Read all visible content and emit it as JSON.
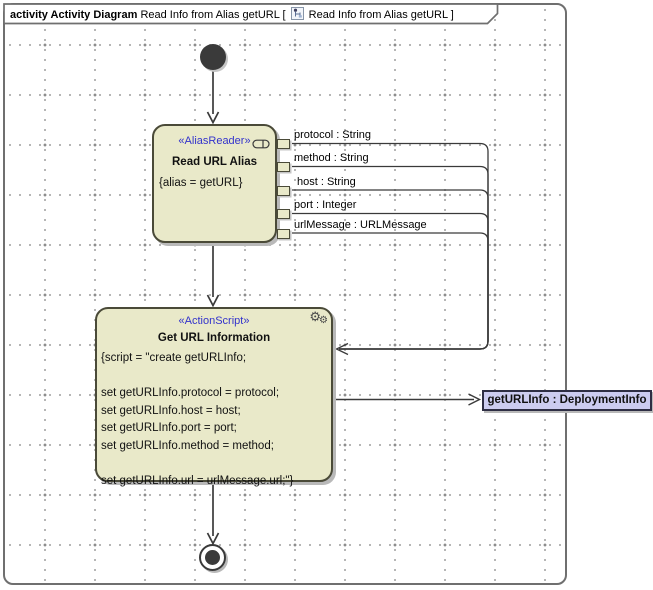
{
  "frame": {
    "kind": "activity Activity Diagram",
    "name": "Read Info from Alias getURL [",
    "ref": "Read Info from Alias getURL ]"
  },
  "actions": {
    "read_url_alias": {
      "stereotype": "«AliasReader»",
      "name": "Read URL Alias",
      "body": "{alias = getURL}"
    },
    "get_url_information": {
      "stereotype": "«ActionScript»",
      "name": "Get URL Information",
      "script": [
        "{script = \"create getURLInfo;",
        "",
        "set getURLInfo.protocol = protocol;",
        "set getURLInfo.host = host;",
        "set getURLInfo.port = port;",
        "set getURLInfo.method = method;",
        "",
        "set getURLInfo.url = urlMessage.url;\"}"
      ]
    }
  },
  "pins": [
    {
      "label": "protocol : String"
    },
    {
      "label": "method : String"
    },
    {
      "label": "host : String"
    },
    {
      "label": "port : Integer"
    },
    {
      "label": "urlMessage : URLMessage"
    }
  ],
  "object_node": {
    "label": "getURLInfo : DeploymentInfo"
  },
  "icons": {
    "gear": "⚙"
  },
  "colors": {
    "action_fill": "#e9e9c9",
    "action_border": "#4a4a38",
    "object_fill": "#ccccf0",
    "stereotype_blue": "#3333cc",
    "frame_border": "#6f6f6f",
    "edge_color": "#3a3a3a",
    "shadow": "#b9b9b9"
  }
}
